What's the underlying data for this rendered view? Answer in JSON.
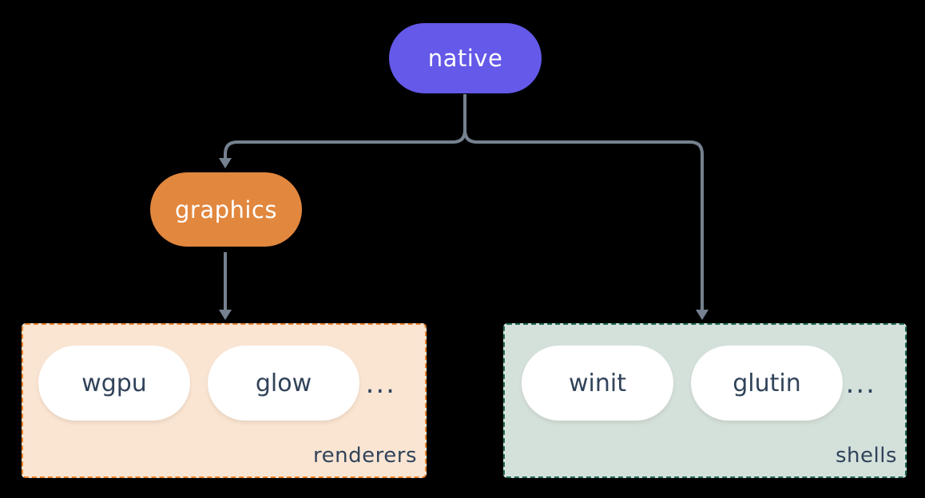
{
  "diagram": {
    "nodes": {
      "native": {
        "label": "native"
      },
      "graphics": {
        "label": "graphics"
      }
    },
    "groups": {
      "renderers": {
        "label": "renderers",
        "items": [
          "wgpu",
          "glow"
        ],
        "ellipsis": "..."
      },
      "shells": {
        "label": "shells",
        "items": [
          "winit",
          "glutin"
        ],
        "ellipsis": "..."
      }
    },
    "edges": [
      {
        "from": "native",
        "to": "graphics"
      },
      {
        "from": "native",
        "to": "shells"
      },
      {
        "from": "graphics",
        "to": "renderers"
      }
    ],
    "colors": {
      "background": "#000000",
      "native_fill": "#6459e8",
      "graphics_fill": "#e2873e",
      "renderers_fill": "#fae5d3",
      "renderers_border": "#e8812f",
      "shells_fill": "#d4e1db",
      "shells_border": "#206a59",
      "connector": "#75818f",
      "node_text": "#ffffff",
      "item_text": "#31435a"
    }
  }
}
